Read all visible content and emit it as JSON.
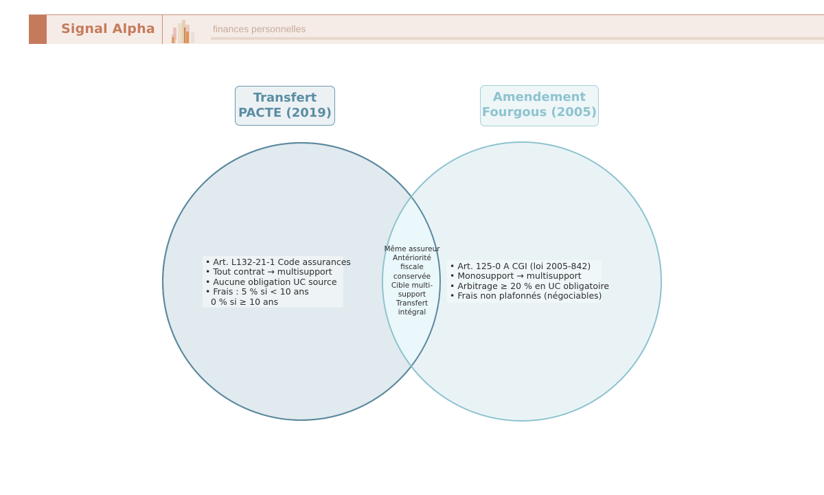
{
  "header": {
    "brand": "Signal Alpha",
    "subtitle": "finances personnelles",
    "logo_icon": "bar-chart-logo-icon",
    "colors": {
      "accent": "#c67a5c",
      "background": "#f6ece7",
      "subtitle": "#c5ab9b"
    }
  },
  "venn": {
    "sets": [
      {
        "title_line1": "Transfert",
        "title_line2": "PACTE (2019)",
        "color_stroke": "#5b889e",
        "color_fill": "#e1eaee",
        "items": [
          "• Art. L132-21-1 Code assurances",
          "• Tout contrat → multisupport",
          "• Aucune obligation UC source",
          "• Frais : 5 % si < 10 ans",
          "  0 % si ≥ 10 ans"
        ]
      },
      {
        "title_line1": "Amendement",
        "title_line2": "Fourgous (2005)",
        "color_stroke": "#8ec3cf",
        "color_fill": "#e9f3f6",
        "items": [
          "• Art. 125-0 A CGI (loi 2005-842)",
          "• Monosupport → multisupport",
          "• Arbitrage ≥ 20 % en UC obligatoire",
          "• Frais non plafonnés (négociables)"
        ]
      }
    ],
    "intersection": {
      "color_fill": "#eaf7fb",
      "lines": [
        "Même assureur",
        "Antériorité",
        "fiscale",
        "conservée",
        "Cible multi-",
        "support",
        "Transfert",
        "intégral"
      ]
    }
  }
}
